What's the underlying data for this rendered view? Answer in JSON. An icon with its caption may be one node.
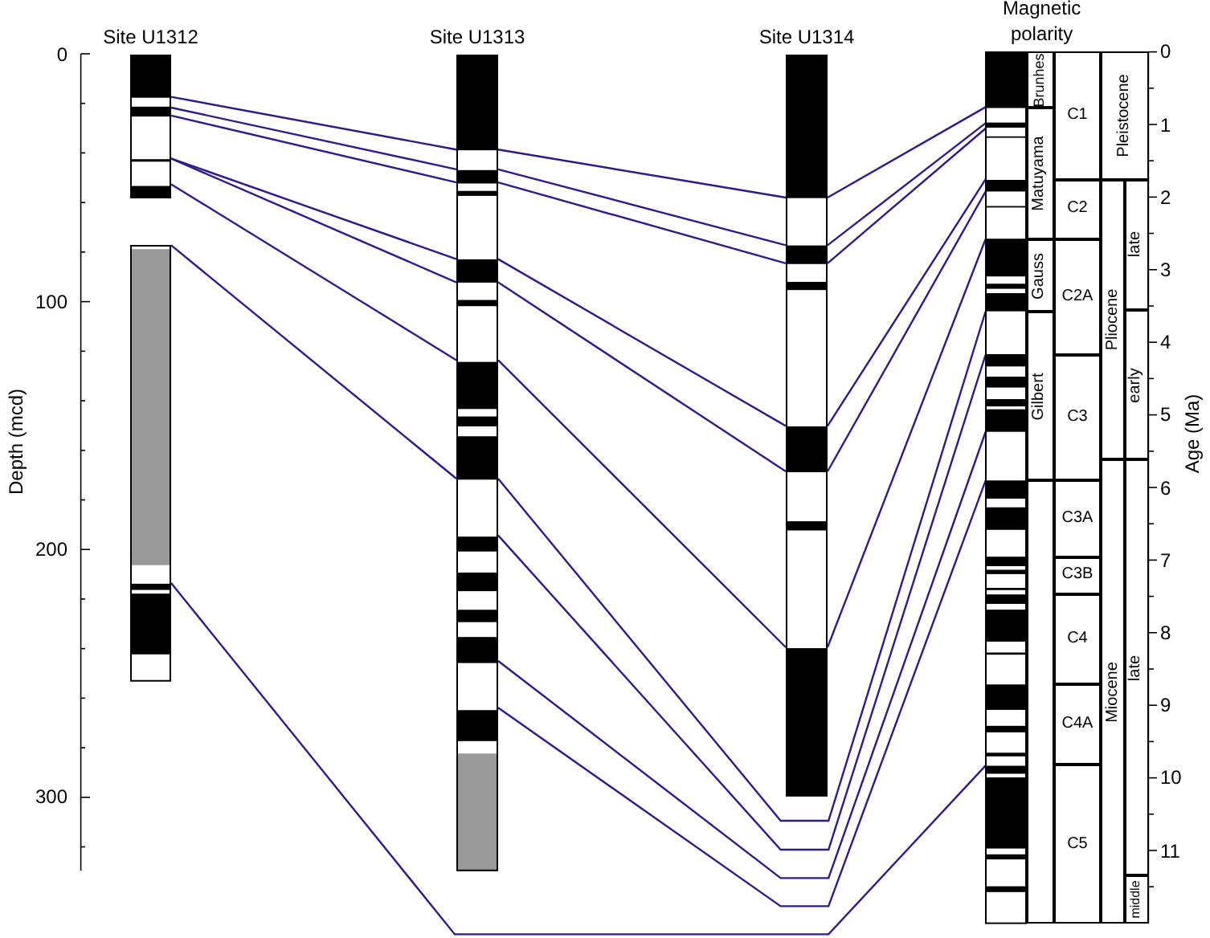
{
  "diagram": {
    "nodes": [
      {
        "text": [
          "Site U1312"
        ]
      },
      {
        "text": [
          "Site U1313"
        ]
      },
      {
        "text": [
          "Site U1314"
        ]
      },
      {
        "text": [
          "Magnetic polarity"
        ]
      },
      {
        "text": [
          "Brunhes"
        ]
      },
      {
        "text": [
          "Matuyama"
        ]
      },
      {
        "text": [
          "Gauss"
        ]
      },
      {
        "text": [
          "Gilbert"
        ]
      },
      {
        "text": [],
        "shape": "box"
      },
      {
        "text": [
          "C1"
        ]
      },
      {
        "text": [
          "C2"
        ]
      },
      {
        "text": [
          "C2A"
        ]
      },
      {
        "text": [
          "C3"
        ]
      },
      {
        "text": [
          "C3A"
        ]
      },
      {
        "text": [
          "C3B"
        ]
      },
      {
        "text": [
          "C4"
        ]
      },
      {
        "text": [
          "C4A"
        ]
      },
      {
        "text": [
          "C5"
        ]
      },
      {
        "text": [
          "Pleistocene"
        ]
      },
      {
        "text": [
          "Pliocene"
        ]
      },
      {
        "text": [
          "Miocene"
        ]
      },
      {
        "text": [
          "late"
        ]
      },
      {
        "text": [
          "early"
        ]
      },
      {
        "text": [
          "late"
        ]
      },
      {
        "text": [
          "middle"
        ]
      }
    ],
    "edges": [
      {
        "from": 0,
        "to": 1,
        "arrow": "none"
      },
      {
        "from": 1,
        "to": 2,
        "arrow": "none"
      },
      {
        "from": 2,
        "to": 3,
        "arrow": "none"
      },
      {
        "from": 0,
        "to": 1,
        "arrow": "none"
      },
      {
        "from": 1,
        "to": 2,
        "arrow": "none"
      },
      {
        "from": 2,
        "to": 3,
        "arrow": "none"
      },
      {
        "from": 0,
        "to": 1,
        "arrow": "none"
      },
      {
        "from": 1,
        "to": 2,
        "arrow": "none"
      },
      {
        "from": 2,
        "to": 3,
        "arrow": "none"
      },
      {
        "from": 0,
        "to": 1,
        "arrow": "none"
      },
      {
        "from": 1,
        "to": 2,
        "arrow": "none"
      },
      {
        "from": 2,
        "to": 3,
        "arrow": "none"
      },
      {
        "from": 0,
        "to": 1,
        "arrow": "none"
      },
      {
        "from": 1,
        "to": 2,
        "arrow": "none"
      },
      {
        "from": 2,
        "to": 3,
        "arrow": "none"
      },
      {
        "from": 0,
        "to": 1,
        "arrow": "none"
      },
      {
        "from": 1,
        "to": 2,
        "arrow": "none"
      },
      {
        "from": 2,
        "to": 3,
        "arrow": "none"
      },
      {
        "from": 0,
        "to": 1,
        "arrow": "none"
      },
      {
        "from": 1,
        "to": 3,
        "arrow": "none"
      },
      {
        "from": 1,
        "to": 3,
        "arrow": "none"
      },
      {
        "from": 1,
        "to": 3,
        "arrow": "none"
      },
      {
        "from": 1,
        "to": 3,
        "arrow": "none"
      },
      {
        "from": 0,
        "to": 3,
        "arrow": "none"
      }
    ],
    "labels": [
      "0",
      "100",
      "200",
      "300",
      "Depth (mcd)",
      "0",
      "1",
      "2",
      "3",
      "4",
      "5",
      "6",
      "7",
      "8",
      "9",
      "10",
      "11",
      "Age (Ma)"
    ]
  }
}
